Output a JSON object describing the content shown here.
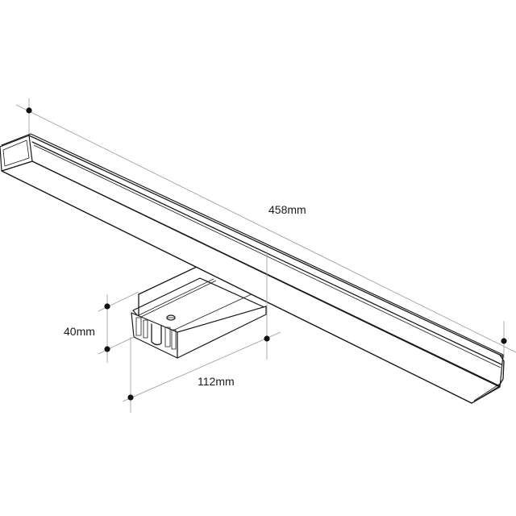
{
  "drawing": {
    "subject": "LED mirror light bar with mounting bracket",
    "line_color": "#1a1a1a",
    "dimension_line_color": "#9a9a9a",
    "background": "#ffffff"
  },
  "dimensions": {
    "length": {
      "label": "458mm",
      "value": 458,
      "unit": "mm"
    },
    "height": {
      "label": "40mm",
      "value": 40,
      "unit": "mm"
    },
    "depth": {
      "label": "112mm",
      "value": 112,
      "unit": "mm"
    }
  }
}
